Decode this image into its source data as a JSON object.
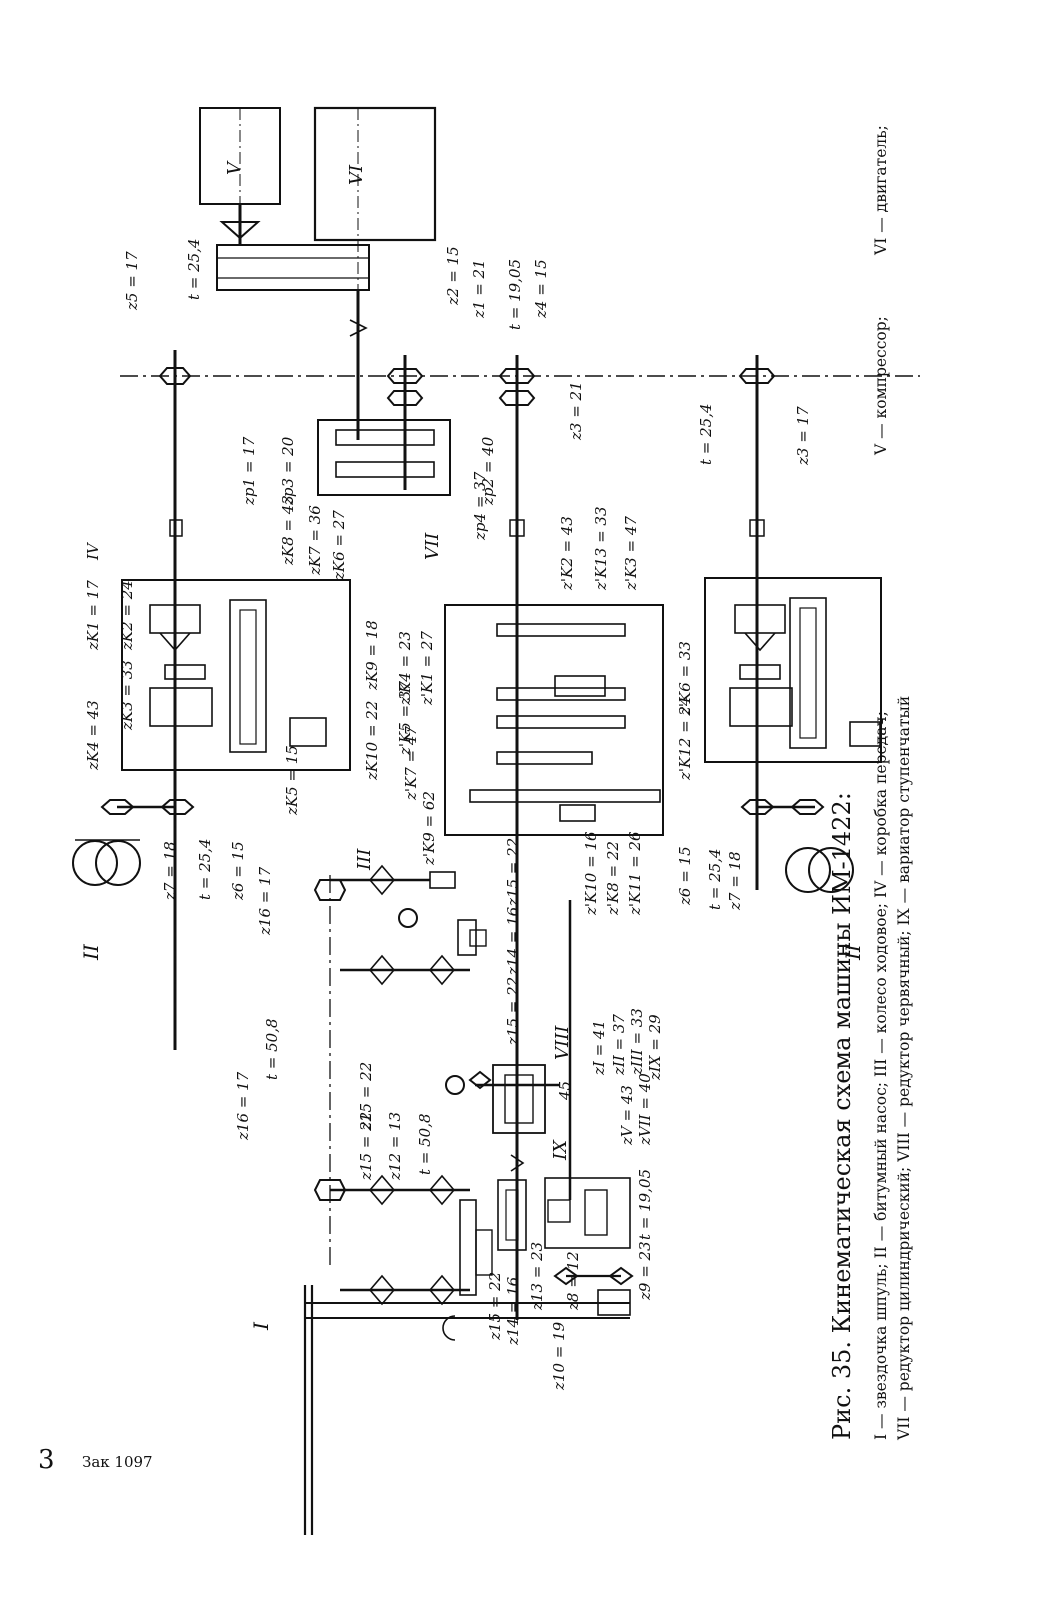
{
  "caption": {
    "title": "Рис. 35. Кинематическая схема машины ИМ-1422:",
    "line1": "I — звездочка шпуль; II — битумный насос; III — колесо ходовое; IV — коробка передач;",
    "line1_v": "V — компрессор;",
    "line1_vi": "VI — двигатель;",
    "line2": "VII — редуктор цилиндрический; VIII — редуктор червячный; IX — вариатор ступенчатый"
  },
  "footer": {
    "page_mark": "3",
    "order": "Зак  1097"
  },
  "labels": {
    "I": "I",
    "II_top": "II",
    "II_bottom": "II",
    "III": "III",
    "IV": "IV",
    "V": "V",
    "VI": "VI",
    "VII": "VII",
    "VIII": "VIII",
    "IX": "IX",
    "n45": "45",
    "z5": "z5 = 17",
    "t254_top": "t = 25,4",
    "z2": "z2 = 15",
    "z1": "z1 = 21",
    "t1905_top": "t = 19,05",
    "z4": "z4 = 15",
    "zp1": "zp1 = 17",
    "zp3": "zp3 = 20",
    "zp2": "zp2 = 40",
    "zp4": "zp4 = 37",
    "z3_21": "z3 = 21",
    "t254_right": "t = 25,4",
    "z3_17": "z3 = 17",
    "zk1": "zK1 = 17",
    "zk2": "zK2 = 24",
    "zk3": "zK3 = 33",
    "zk4": "zK4 = 43",
    "zk8": "zK8 = 43",
    "zk7": "zK7 = 36",
    "zk6": "zK6 = 27",
    "zk9": "zK9 = 18",
    "zk10": "zK10 = 22",
    "zk5": "zK5 = 15",
    "zk4p": "z'K4 = 23",
    "zk1p": "z'K1 = 27",
    "zk5p": "z'K5 = 37",
    "zk7p": "z'K7 = 47",
    "zk9p": "z'K9 = 62",
    "zk2p": "z'K2 = 43",
    "zk13p": "z'K13 = 33",
    "zk3p": "z'K3 = 47",
    "zk6p": "z'K6 = 33",
    "zk12p": "z'K12 = 24",
    "zk10p": "z'K10 = 16",
    "zk8p": "z'K8 = 22",
    "zk11p": "z'K11 = 26",
    "z7_top": "z7 = 18",
    "t254_left": "t = 25,4",
    "z6_top": "z6 = 15",
    "z16_top": "z16 = 17",
    "z15_a": "z15 = 22",
    "z14_a": "z14 = 16",
    "z15_b": "z15 = 22",
    "t508_a": "t = 50,8",
    "z15_c": "z15 = 22",
    "z16_b": "z16 = 17",
    "z15_d": "z15 = 22",
    "z12": "z12 = 13",
    "t508_b": "t = 50,8",
    "z15_e": "z15 = 22",
    "z14_b": "z14 = 16",
    "z13": "z13 = 23",
    "zI": "zI = 41",
    "zII": "zII = 37",
    "zIII": "zIII = 33",
    "zIX": "zIX = 29",
    "zV": "zV = 43",
    "zVII": "zVII = 40",
    "z10": "z10 = 19",
    "z8": "z8 = 12",
    "z9": "z9 = 23",
    "t1905_b": "t = 19,05",
    "z6_b": "z6 = 15",
    "t254_b": "t = 25,4",
    "z7_b": "z7 = 18"
  }
}
